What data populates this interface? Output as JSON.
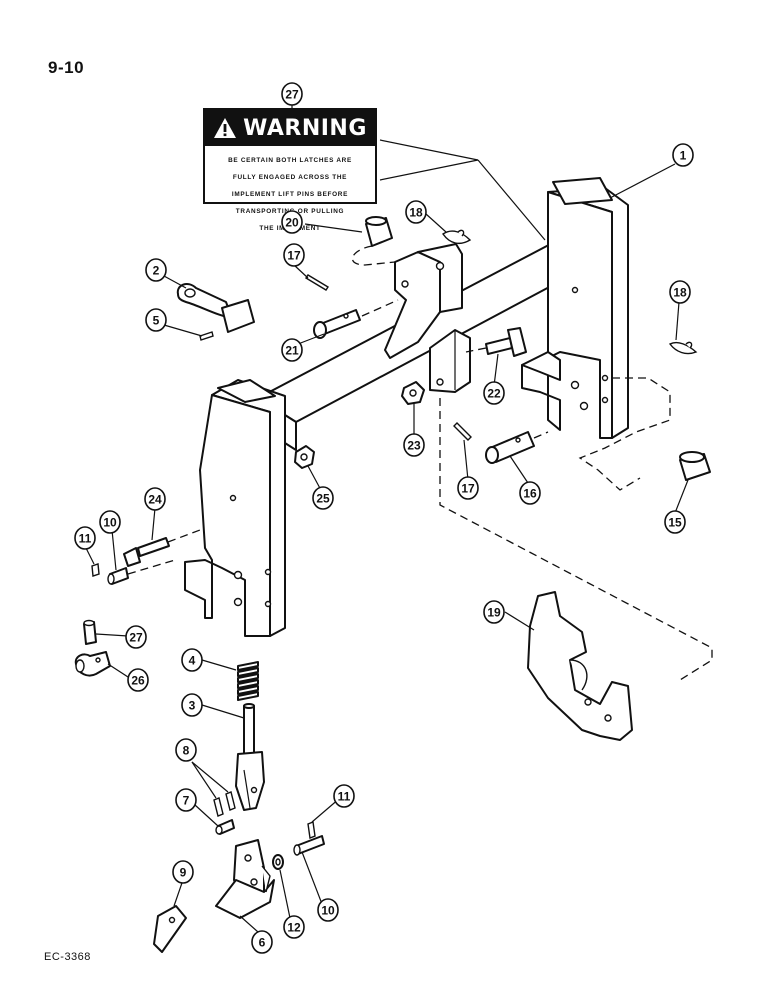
{
  "page": {
    "number": "9-10",
    "drawing_code": "EC-3368"
  },
  "warning_label": {
    "title": "WARNING",
    "lines": [
      "BE CERTAIN BOTH LATCHES ARE",
      "FULLY ENGAGED ACROSS THE",
      "IMPLEMENT LIFT PINS BEFORE",
      "TRANSPORTING OR PULLING",
      "THE IMPLEMENT"
    ]
  },
  "callouts": [
    {
      "id": "c27a",
      "label": "27"
    },
    {
      "id": "c1",
      "label": "1"
    },
    {
      "id": "c20",
      "label": "20"
    },
    {
      "id": "c18a",
      "label": "18"
    },
    {
      "id": "c17a",
      "label": "17"
    },
    {
      "id": "c2",
      "label": "2"
    },
    {
      "id": "c5",
      "label": "5"
    },
    {
      "id": "c21",
      "label": "21"
    },
    {
      "id": "c18b",
      "label": "18"
    },
    {
      "id": "c22",
      "label": "22"
    },
    {
      "id": "c23",
      "label": "23"
    },
    {
      "id": "c17b",
      "label": "17"
    },
    {
      "id": "c16",
      "label": "16"
    },
    {
      "id": "c25",
      "label": "25"
    },
    {
      "id": "c24",
      "label": "24"
    },
    {
      "id": "c10a",
      "label": "10"
    },
    {
      "id": "c11a",
      "label": "11"
    },
    {
      "id": "c15",
      "label": "15"
    },
    {
      "id": "c19",
      "label": "19"
    },
    {
      "id": "c27b",
      "label": "27"
    },
    {
      "id": "c4",
      "label": "4"
    },
    {
      "id": "c26",
      "label": "26"
    },
    {
      "id": "c3",
      "label": "3"
    },
    {
      "id": "c8",
      "label": "8"
    },
    {
      "id": "c7",
      "label": "7"
    },
    {
      "id": "c11b",
      "label": "11"
    },
    {
      "id": "c9",
      "label": "9"
    },
    {
      "id": "c10b",
      "label": "10"
    },
    {
      "id": "c12",
      "label": "12"
    },
    {
      "id": "c6",
      "label": "6"
    }
  ]
}
